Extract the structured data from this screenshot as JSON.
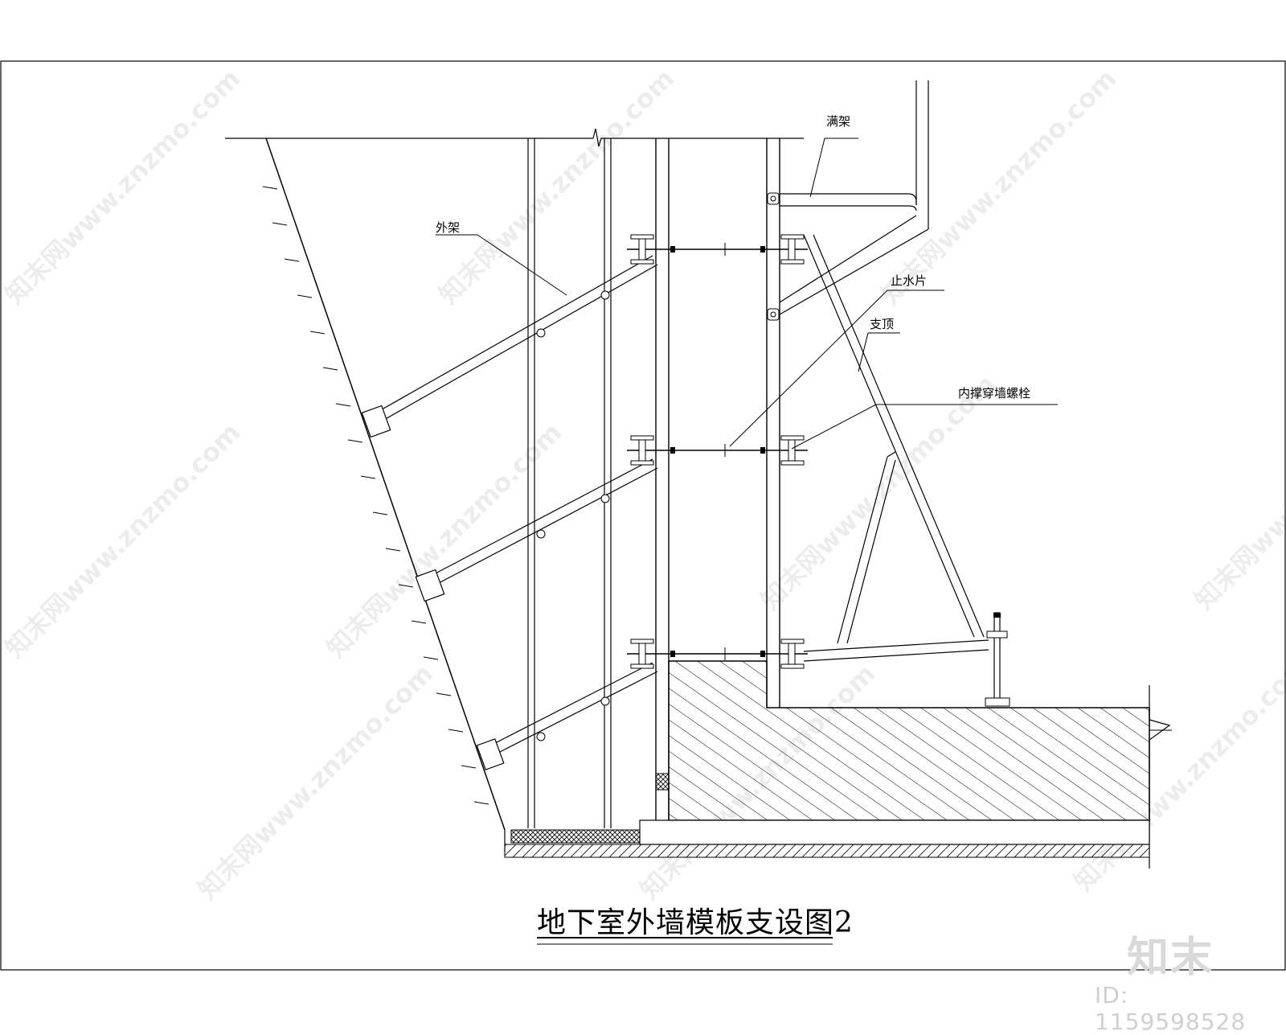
{
  "title": "地下室外墙模板支设图2",
  "brand": "知末",
  "image_id": "ID: 1159598528",
  "watermark": "知末网www.znzmo.com",
  "labels": {
    "outer_frame": "外架",
    "scaffold": "满架",
    "water_stop": "止水片",
    "brace": "支顶",
    "tie_bolt": "内撑穿墙螺栓"
  },
  "colors": {
    "line": "#000000",
    "brand": "#d9d9d9"
  }
}
